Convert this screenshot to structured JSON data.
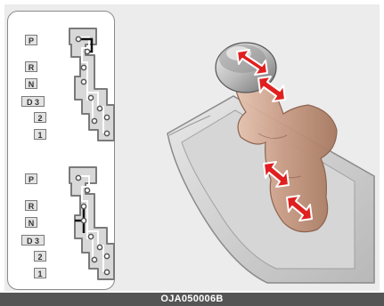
{
  "diagram": {
    "top_gate_labels": [
      "P",
      "R",
      "N",
      "D 3",
      "2",
      "1"
    ],
    "bottom_gate_labels": [
      "P",
      "R",
      "N",
      "D 3",
      "2",
      "1"
    ]
  },
  "caption": "OJA050006B",
  "colors": {
    "background": "#ececec",
    "arrow": "#e02020",
    "knob": "#c49a86",
    "caption_bar": "#555555"
  },
  "icons": [
    "shift-gate-icon",
    "gear-knob-icon",
    "arrow-icon"
  ]
}
